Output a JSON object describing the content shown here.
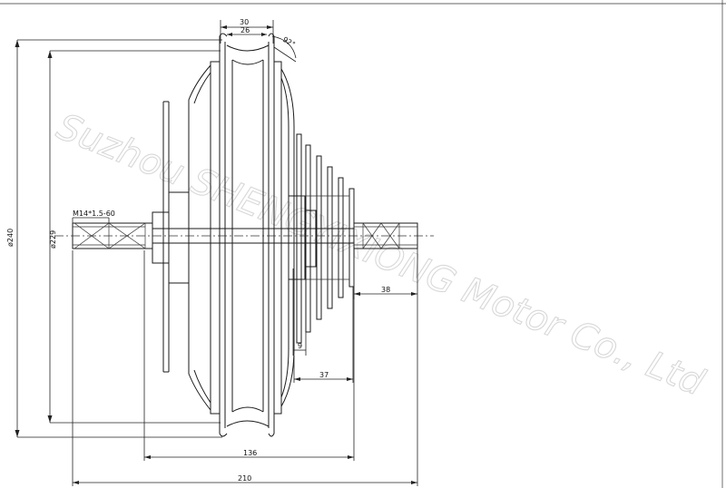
{
  "watermark": {
    "text": "Suzhou SHENGYIXIONG Motor Co., Ltd"
  },
  "dimensions": {
    "top_outer": "30",
    "top_inner": "26",
    "angle": "92°",
    "thread": "M14*1.5-60",
    "dia_outer": "ø240",
    "dia_inner": "ø229",
    "right_axle": "38",
    "gap": "9",
    "cassette": "37",
    "mid_width": "136",
    "total_width": "210"
  }
}
